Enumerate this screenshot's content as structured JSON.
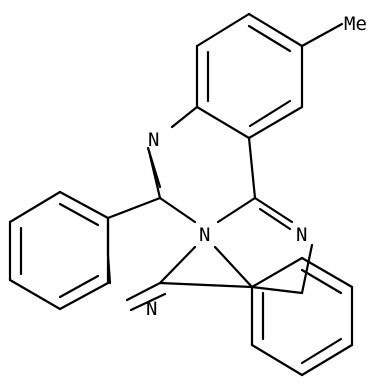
{
  "molecule": {
    "atom_labels": {
      "n_top": "N",
      "n_center": "N",
      "n_right": "N",
      "n_bottom": "N",
      "methyl": "Me"
    }
  },
  "colors": {
    "bond": "#000000",
    "label": "#000000",
    "background": "#ffffff"
  }
}
